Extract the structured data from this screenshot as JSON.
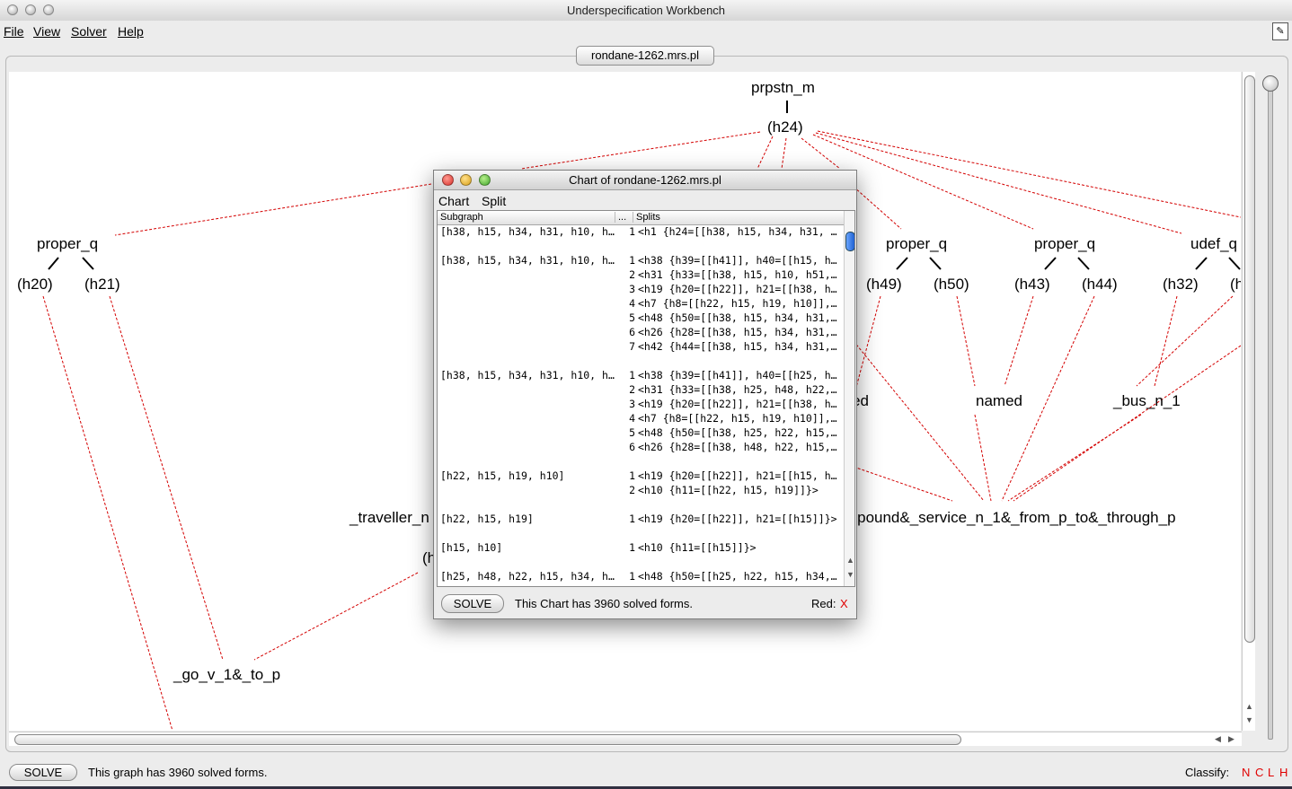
{
  "window": {
    "title": "Underspecification Workbench"
  },
  "menubar": {
    "items": [
      "File",
      "View",
      "Solver",
      "Help"
    ]
  },
  "document_tab": {
    "label": "rondane-1262.mrs.pl"
  },
  "graph": {
    "nodes": {
      "root_label": "prpstn_m",
      "root_hole": "(h24)",
      "proper_q_1": "proper_q",
      "h20": "(h20)",
      "h21": "(h21)",
      "proper_q_2": "proper_q",
      "h49": "(h49)",
      "h50": "(h50)",
      "proper_q_3": "proper_q",
      "h43": "(h43)",
      "h44": "(h44)",
      "udef_q": "udef_q",
      "h32": "(h32)",
      "h_partial": "(h",
      "named_1": "named",
      "named_2": "named",
      "bus_n_1": "_bus_n_1",
      "traveller": "_traveller_n",
      "h_traveller": "(h",
      "compound": "compound&_service_n_1&_from_p_to&_through_p",
      "go_v": "_go_v_1&_to_p"
    }
  },
  "statusbar": {
    "solve_button": "SOLVE",
    "message": "This graph has 3960 solved forms.",
    "classify_label": "Classify:",
    "classify_flags": [
      "N",
      "C",
      "L",
      "H"
    ]
  },
  "chart_dialog": {
    "title": "Chart of rondane-1262.mrs.pl",
    "menu": [
      "Chart",
      "Split"
    ],
    "columns": {
      "subgraph": "Subgraph",
      "dots": "...",
      "splits": "Splits"
    },
    "rows": [
      {
        "subgraph": "[h38, h15, h34, h31, h10, h51...",
        "num": "1",
        "split": "<h1 {h24=[[h38, h15, h34, h31, h1..."
      },
      {
        "subgraph": "",
        "num": "",
        "split": ""
      },
      {
        "subgraph": "[h38, h15, h34, h31, h10, h51...",
        "num": "1",
        "split": "<h38 {h39=[[h41]], h40=[[h15, h34..."
      },
      {
        "subgraph": "",
        "num": "2",
        "split": "<h31 {h33=[[h38, h15, h10, h51, h..."
      },
      {
        "subgraph": "",
        "num": "3",
        "split": "<h19 {h20=[[h22]], h21=[[h38, h15..."
      },
      {
        "subgraph": "",
        "num": "4",
        "split": "<h7 {h8=[[h22, h15, h19, h10]], h9..."
      },
      {
        "subgraph": "",
        "num": "5",
        "split": "<h48 {h50=[[h38, h15, h34, h31, h..."
      },
      {
        "subgraph": "",
        "num": "6",
        "split": "<h26 {h28=[[h38, h15, h34, h31, h..."
      },
      {
        "subgraph": "",
        "num": "7",
        "split": "<h42 {h44=[[h38, h15, h34, h31, h..."
      },
      {
        "subgraph": "",
        "num": "",
        "split": ""
      },
      {
        "subgraph": "[h38, h15, h34, h31, h10, h51...",
        "num": "1",
        "split": "<h38 {h39=[[h41]], h40=[[h25, h48..."
      },
      {
        "subgraph": "",
        "num": "2",
        "split": "<h31 {h33=[[h38, h25, h48, h22, h..."
      },
      {
        "subgraph": "",
        "num": "3",
        "split": "<h19 {h20=[[h22]], h21=[[h38, h25..."
      },
      {
        "subgraph": "",
        "num": "4",
        "split": "<h7 {h8=[[h22, h15, h19, h10]], h9..."
      },
      {
        "subgraph": "",
        "num": "5",
        "split": "<h48 {h50=[[h38, h25, h22, h15, h..."
      },
      {
        "subgraph": "",
        "num": "6",
        "split": "<h26 {h28=[[h38, h48, h22, h15, h..."
      },
      {
        "subgraph": "",
        "num": "",
        "split": ""
      },
      {
        "subgraph": "[h22, h15, h19, h10]",
        "num": "1",
        "split": "<h19 {h20=[[h22]], h21=[[h15, h10..."
      },
      {
        "subgraph": "",
        "num": "2",
        "split": "<h10 {h11=[[h22, h15, h19]]}>"
      },
      {
        "subgraph": "",
        "num": "",
        "split": ""
      },
      {
        "subgraph": "[h22, h15, h19]",
        "num": "1",
        "split": "<h19 {h20=[[h22]], h21=[[h15]]}>"
      },
      {
        "subgraph": "",
        "num": "",
        "split": ""
      },
      {
        "subgraph": "[h15, h10]",
        "num": "1",
        "split": "<h10 {h11=[[h15]]}>"
      },
      {
        "subgraph": "",
        "num": "",
        "split": ""
      },
      {
        "subgraph": "[h25, h48, h22, h15, h34, h26...",
        "num": "1",
        "split": "<h48 {h50=[[h25, h22, h15, h34, h..."
      }
    ],
    "solve_button": "SOLVE",
    "message": "This Chart has 3960 solved forms.",
    "red_label": "Red:",
    "red_value": "X"
  },
  "colors": {
    "dominance_edge": "#d40000",
    "flag_red": "#e00000",
    "close_red": "#e2463f",
    "min_yellow": "#e8b128",
    "zoom_green": "#5cb838"
  }
}
